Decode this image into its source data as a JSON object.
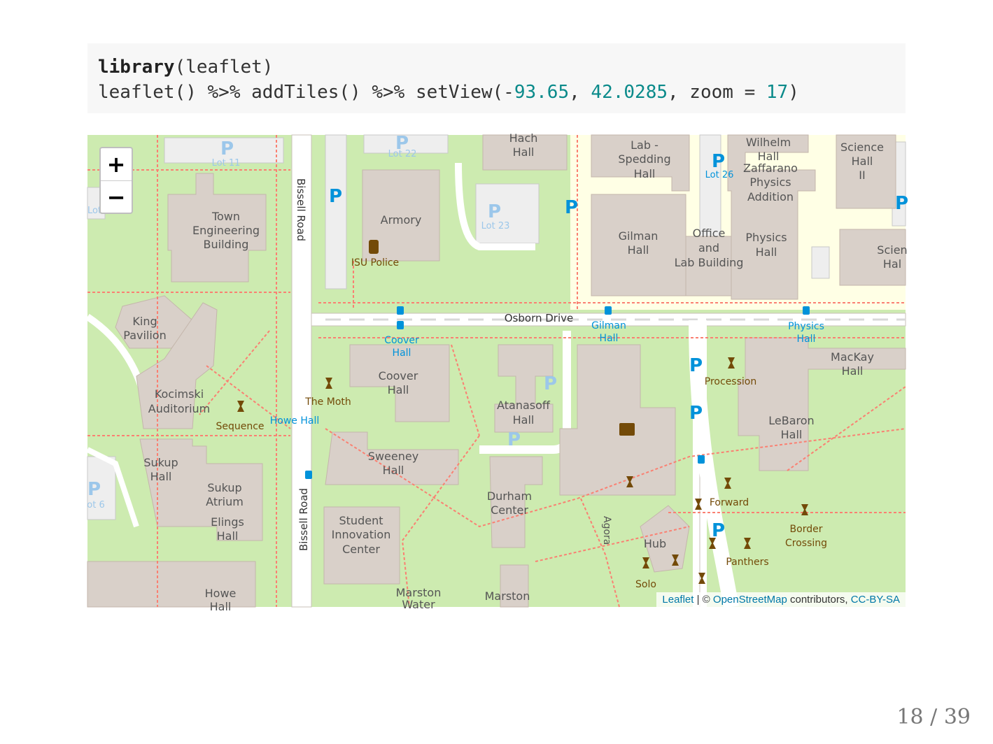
{
  "code": {
    "line1_fn": "library",
    "line1_rest": "(leaflet)",
    "line2_a": "leaflet() %>% addTiles() %>% setView(-",
    "lng": "93.65",
    "sep1": ", ",
    "lat": "42.0285",
    "sep2": ", zoom = ",
    "zoom": "17",
    "close": ")"
  },
  "map": {
    "zoom_in": "+",
    "zoom_out": "−",
    "attribution": {
      "leaflet": "Leaflet",
      "sep": " | © ",
      "osm": "OpenStreetMap",
      "contributors": " contributors, ",
      "license": "CC-BY-SA"
    },
    "labels": {
      "town_engineering": [
        "Town",
        "Engineering",
        "Building"
      ],
      "armory": "Armory",
      "isu_police": "ISU Police",
      "hach": [
        "Hach",
        "Hall"
      ],
      "spedding": [
        "Lab -",
        "Spedding",
        "Hall"
      ],
      "wilhelm": [
        "Wilhelm",
        "Hall"
      ],
      "zaffarano": [
        "Zaffarano",
        "Physics",
        "Addition"
      ],
      "science2": [
        "Science",
        "Hall",
        "II"
      ],
      "science": [
        "Scien",
        "Hal"
      ],
      "gilman": [
        "Gilman",
        "Hall"
      ],
      "office_lab": [
        "Office",
        "and",
        "Lab Building"
      ],
      "physics": [
        "Physics",
        "Hall"
      ],
      "lot11": "Lot 11",
      "lot22": "Lot 22",
      "lot23": "Lot 23",
      "lot26": "Lot 26",
      "lot_left": "Lot",
      "lot6": "ot 6",
      "bissell_top": "Bissell Road",
      "bissell_bottom": "Bissell Road",
      "osborn": "Osborn Drive",
      "coover_stop": [
        "Coover",
        "Hall"
      ],
      "gilman_stop": [
        "Gilman",
        "Hall"
      ],
      "physics_stop": [
        "Physics",
        "Hall"
      ],
      "king": [
        "King",
        "Pavilion"
      ],
      "kocimski": [
        "Kocimski",
        "Auditorium"
      ],
      "sequence": "Sequence",
      "howe_hall_stop": "Howe Hall",
      "the_moth": "The Moth",
      "coover": [
        "Coover",
        "Hall"
      ],
      "atanasoff": [
        "Atanasoff",
        "Hall"
      ],
      "mackay": [
        "MacKay",
        "Hall"
      ],
      "procession": "Procession",
      "lebaron": [
        "LeBaron",
        "Hall"
      ],
      "sukup_hall": [
        "Sukup",
        "Hall"
      ],
      "sukup_atrium": [
        "Sukup",
        "Atrium"
      ],
      "elings": [
        "Elings",
        "Hall"
      ],
      "sweeney": [
        "Sweeney",
        "Hall"
      ],
      "durham": [
        "Durham",
        "Center"
      ],
      "student_innovation": [
        "Student",
        "Innovation",
        "Center"
      ],
      "marston_water": [
        "Marston",
        "Water"
      ],
      "marston": "Marston",
      "howe": [
        "Howe",
        "Hall"
      ],
      "agora": "Agora",
      "hub": "Hub",
      "solo": "Solo",
      "forward": "Forward",
      "border_crossing": [
        "Border",
        "Crossing"
      ],
      "panthers": "Panthers"
    }
  },
  "slide": {
    "page": "18 / 39"
  },
  "colors": {
    "grass": "#cdebb0",
    "building": "#d9d0c9",
    "road": "#ffffff",
    "path": "#fa8072",
    "parking": "#eeeeee",
    "campus": "#ffffe5",
    "stop_blue": "#0092da",
    "art_brown": "#734a08"
  }
}
